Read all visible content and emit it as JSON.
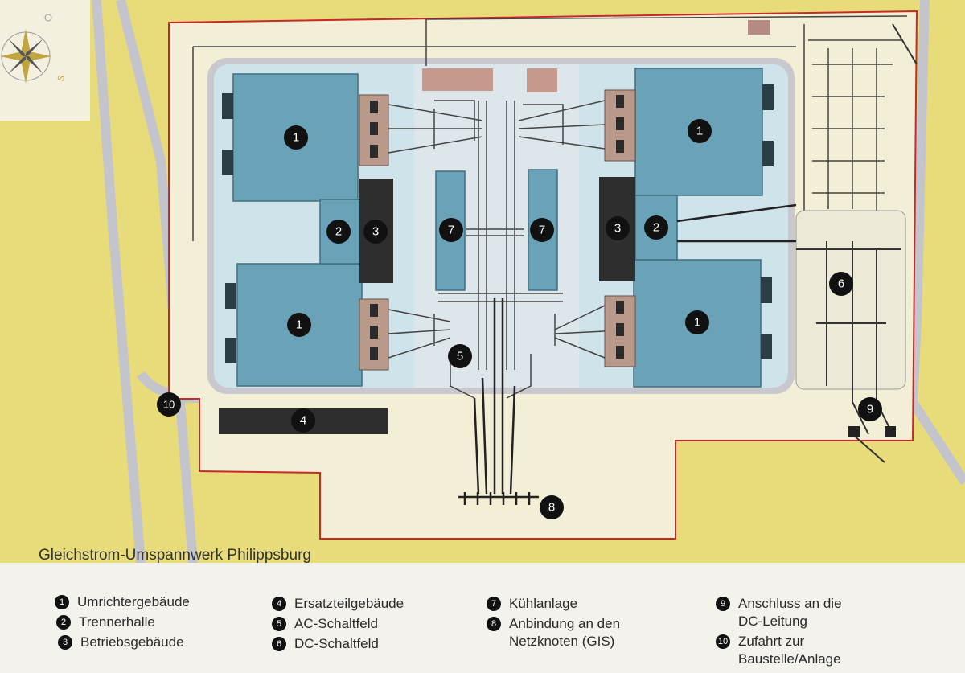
{
  "title": "Gleichstrom-Umspannwerk Philippsburg",
  "compass": {
    "south_label": "S"
  },
  "colors": {
    "field": "#e8dc7a",
    "site": "#f2efd6",
    "road": "#c8c8d0",
    "hall": "#6aa3b8",
    "operations": "#2e2e2e",
    "transformer": "#b99a8a",
    "boundary": "#c8282a"
  },
  "markers": [
    {
      "id": "m1a",
      "label": "1"
    },
    {
      "id": "m1b",
      "label": "1"
    },
    {
      "id": "m1c",
      "label": "1"
    },
    {
      "id": "m1d",
      "label": "1"
    },
    {
      "id": "m2a",
      "label": "2"
    },
    {
      "id": "m2b",
      "label": "2"
    },
    {
      "id": "m3a",
      "label": "3"
    },
    {
      "id": "m3b",
      "label": "3"
    },
    {
      "id": "m4",
      "label": "4"
    },
    {
      "id": "m5",
      "label": "5"
    },
    {
      "id": "m6",
      "label": "6"
    },
    {
      "id": "m7a",
      "label": "7"
    },
    {
      "id": "m7b",
      "label": "7"
    },
    {
      "id": "m8",
      "label": "8"
    },
    {
      "id": "m9",
      "label": "9"
    },
    {
      "id": "m10",
      "label": "10"
    }
  ],
  "legend": [
    {
      "num": "1",
      "label": "Umrichtergebäude"
    },
    {
      "num": "2",
      "label": "Trennerhalle"
    },
    {
      "num": "3",
      "label": "Betriebsgebäude"
    },
    {
      "num": "4",
      "label": "Ersatzteilgebäude"
    },
    {
      "num": "5",
      "label": "AC-Schaltfeld"
    },
    {
      "num": "6",
      "label": "DC-Schaltfeld"
    },
    {
      "num": "7",
      "label": "Kühlanlage"
    },
    {
      "num": "8",
      "label": "Anbindung an den\nNetzknoten (GIS)"
    },
    {
      "num": "9",
      "label": "Anschluss an die\nDC-Leitung"
    },
    {
      "num": "10",
      "label": "Zufahrt zur\nBaustelle/Anlage"
    }
  ]
}
